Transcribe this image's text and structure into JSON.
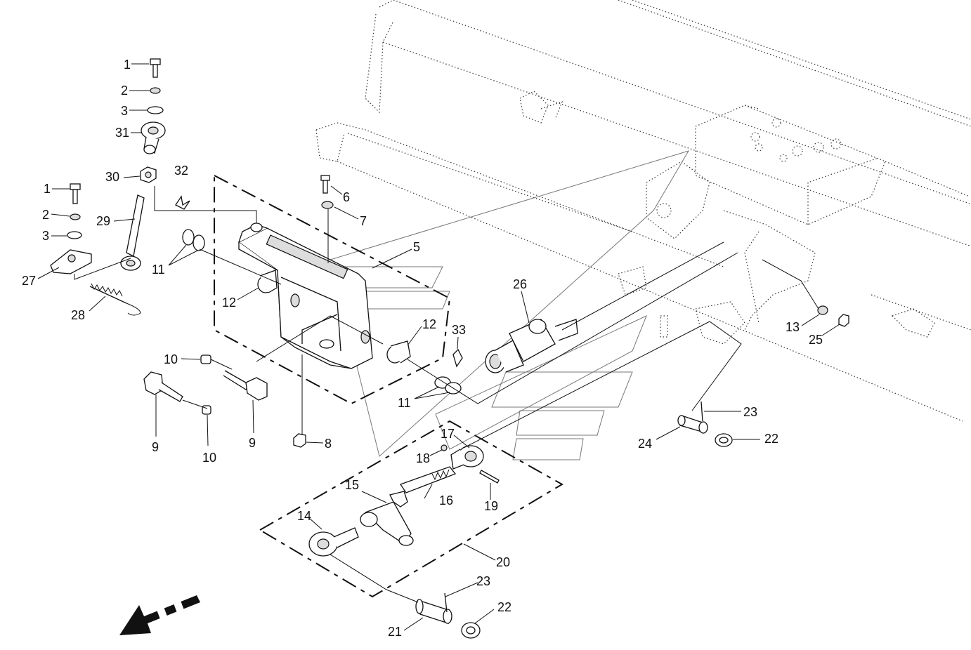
{
  "callouts": [
    "1",
    "2",
    "3",
    "31",
    "30",
    "32",
    "1",
    "2",
    "3",
    "29",
    "27",
    "28",
    "11",
    "12",
    "6",
    "7",
    "5",
    "10",
    "9",
    "10",
    "9",
    "8",
    "12",
    "33",
    "11",
    "26",
    "13",
    "25",
    "23",
    "24",
    "22",
    "17",
    "18",
    "16",
    "19",
    "15",
    "14",
    "20",
    "23",
    "21",
    "22"
  ]
}
